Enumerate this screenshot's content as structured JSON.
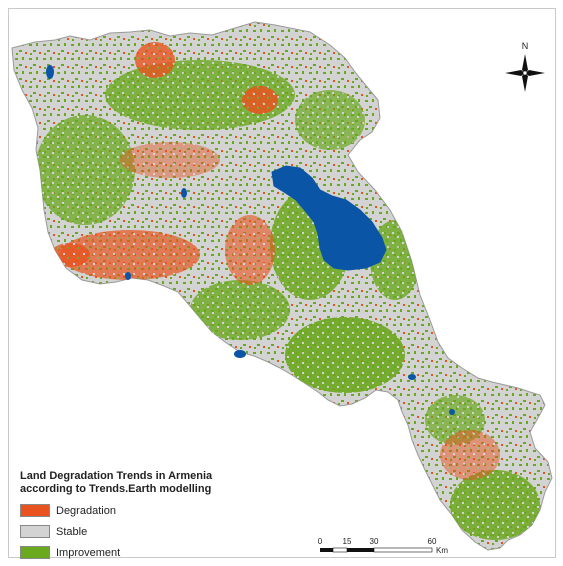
{
  "legend": {
    "title_line1": "Land Degradation Trends in Armenia",
    "title_line2": "according to Trends.Earth modelling",
    "items": [
      {
        "label": "Degradation",
        "color": "#e8531f"
      },
      {
        "label": "Stable",
        "color": "#d3d3d3"
      },
      {
        "label": "Improvement",
        "color": "#6aa81e"
      }
    ]
  },
  "north_arrow": {
    "label": "N"
  },
  "scale_bar": {
    "ticks": [
      "0",
      "15",
      "30",
      "60"
    ],
    "unit": "Km"
  },
  "colors": {
    "water": "#0b55a6",
    "degradation": "#e8531f",
    "stable": "#d3d3d3",
    "improvement": "#6aa81e"
  }
}
